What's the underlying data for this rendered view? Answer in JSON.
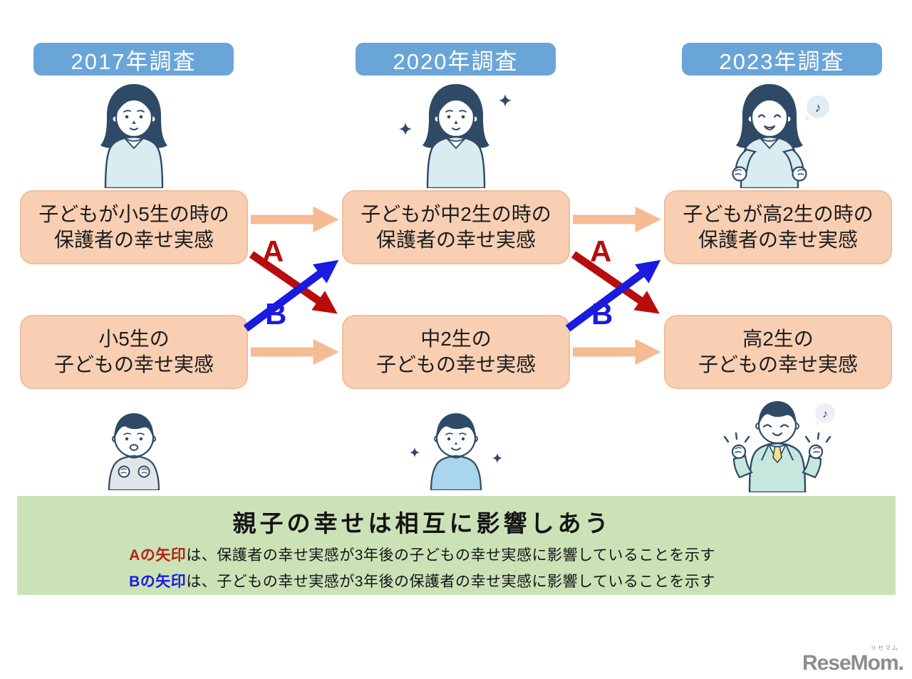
{
  "columns": [
    {
      "year": "2017年調査",
      "parent_line1": "子どもが小5生の時の",
      "parent_line2": "保護者の幸せ実感",
      "child_line1": "小5生の",
      "child_line2": "子どもの幸せ実感"
    },
    {
      "year": "2020年調査",
      "parent_line1": "子どもが中2生の時の",
      "parent_line2": "保護者の幸せ実感",
      "child_line1": "中2生の",
      "child_line2": "子どもの幸せ実感"
    },
    {
      "year": "2023年調査",
      "parent_line1": "子どもが高2生の時の",
      "parent_line2": "保護者の幸せ実感",
      "child_line1": "高2生の",
      "child_line2": "子どもの幸せ実感"
    }
  ],
  "arrow_labels": {
    "a": "A",
    "b": "B"
  },
  "legend": {
    "title": "親子の幸せは相互に影響しあう",
    "a_lead": "Aの矢印",
    "a_text": "は、保護者の幸せ実感が3年後の子どもの幸せ実感に影響していることを示す",
    "b_lead": "Bの矢印",
    "b_text": "は、子どもの幸せ実感が3年後の保護者の幸せ実感に影響していることを示す"
  },
  "icons": {
    "music_note": "♪"
  },
  "logo": {
    "name": "ReseMom.",
    "ruby": "リセマム"
  },
  "colors": {
    "year_badge_bg": "#6aa5d8",
    "box_fill": "#f8cfb3",
    "box_border": "#f2bd9a",
    "flow_arrow": "#f5bb94",
    "arrow_a_red": "#b90c0c",
    "arrow_b_blue": "#1a1ae0",
    "legend_bg": "#cbe2b7",
    "illustration_navy": "#2e4a66",
    "logo_gray": "#8d8d8d"
  }
}
